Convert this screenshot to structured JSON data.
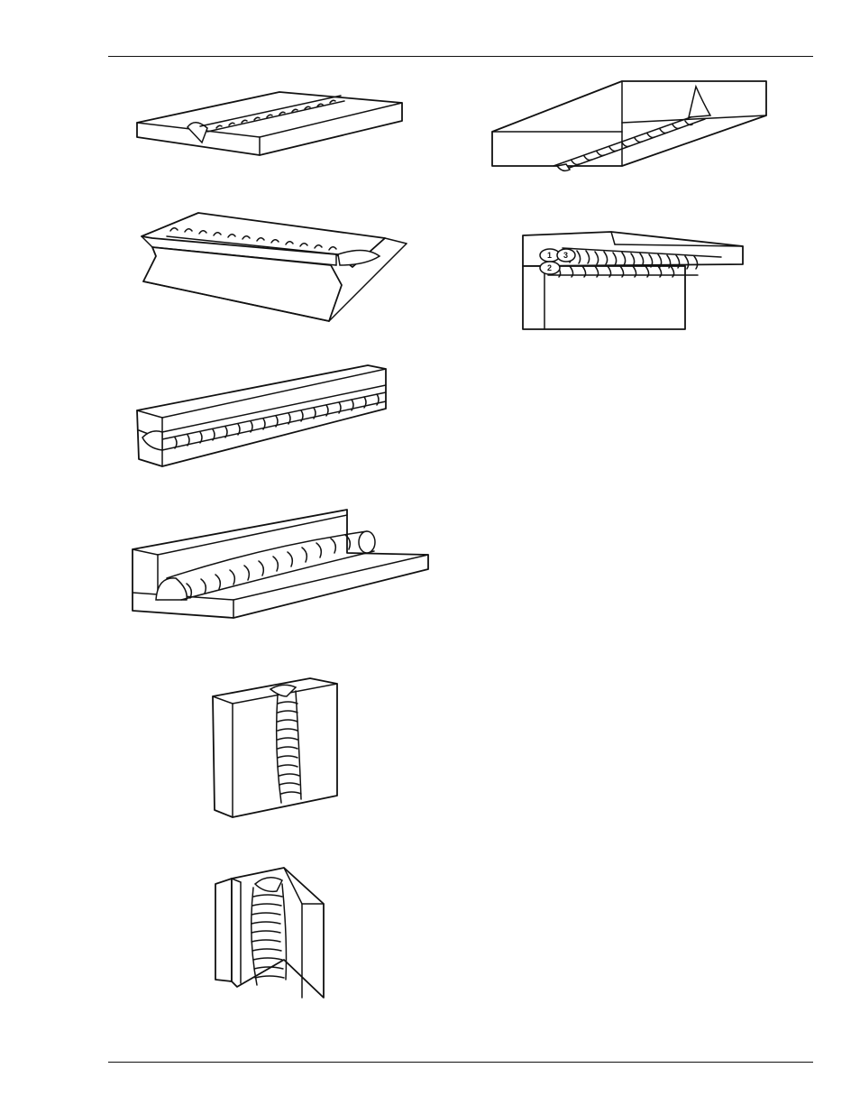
{
  "page": {
    "figures": [
      {
        "id": "flat-groove-weld"
      },
      {
        "id": "horizontal-groove-weld"
      },
      {
        "id": "horizontal-fillet-weld"
      },
      {
        "id": "flat-fillet-weld"
      },
      {
        "id": "vertical-groove-weld"
      },
      {
        "id": "vertical-fillet-weld"
      },
      {
        "id": "overhead-groove-weld"
      },
      {
        "id": "overhead-fillet-weld",
        "pass_labels": [
          "1",
          "3",
          "2"
        ]
      }
    ]
  }
}
